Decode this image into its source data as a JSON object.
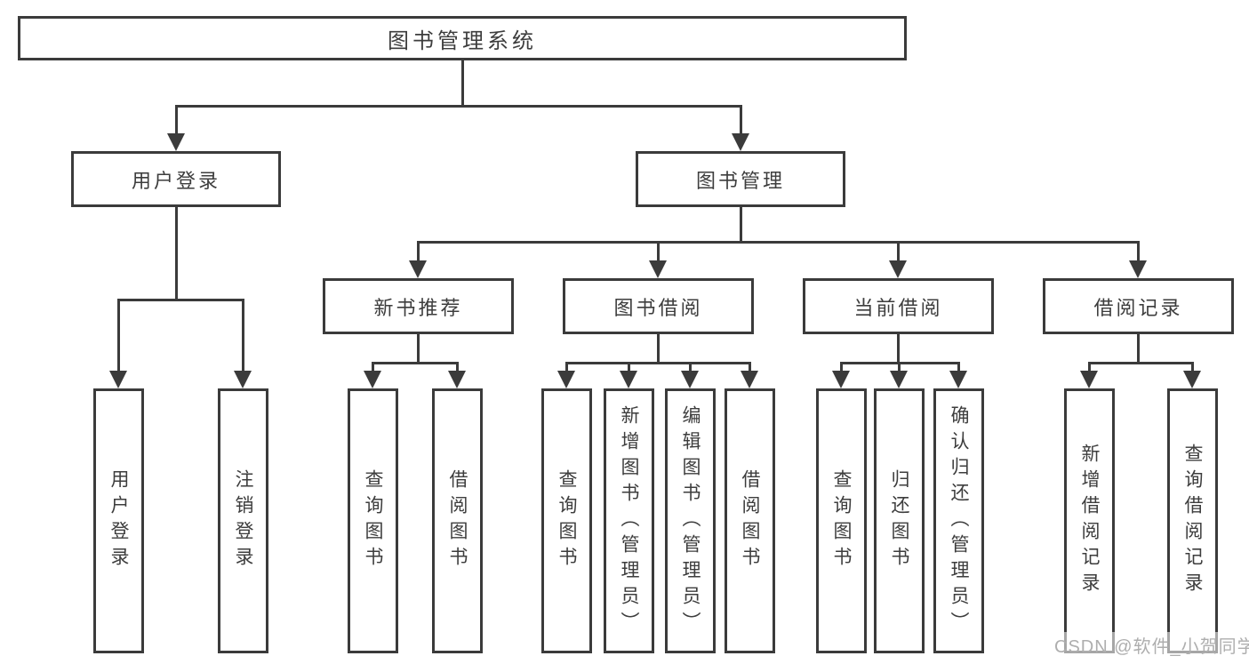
{
  "diagram": {
    "root": {
      "label": "图书管理系统"
    },
    "user_login": {
      "label": "用户登录",
      "children": [
        {
          "label": "用户登录"
        },
        {
          "label": "注销登录"
        }
      ]
    },
    "book_management": {
      "label": "图书管理",
      "sections": [
        {
          "label": "新书推荐",
          "children": [
            {
              "label": "查询图书"
            },
            {
              "label": "借阅图书"
            }
          ]
        },
        {
          "label": "图书借阅",
          "children": [
            {
              "label": "查询图书"
            },
            {
              "label": "新增图书（管理员）"
            },
            {
              "label": "编辑图书（管理员）"
            },
            {
              "label": "借阅图书"
            }
          ]
        },
        {
          "label": "当前借阅",
          "children": [
            {
              "label": "查询图书"
            },
            {
              "label": "归还图书"
            },
            {
              "label": "确认归还（管理员）"
            }
          ]
        },
        {
          "label": "借阅记录",
          "children": [
            {
              "label": "新增借阅记录"
            },
            {
              "label": "查询借阅记录"
            }
          ]
        }
      ]
    },
    "watermark": "CSDN @软件_小贺同学",
    "colors": {
      "line": "#3b3b3b",
      "text": "#3d3d3d",
      "watermark": "#aeaeae",
      "background": "#ffffff"
    }
  }
}
